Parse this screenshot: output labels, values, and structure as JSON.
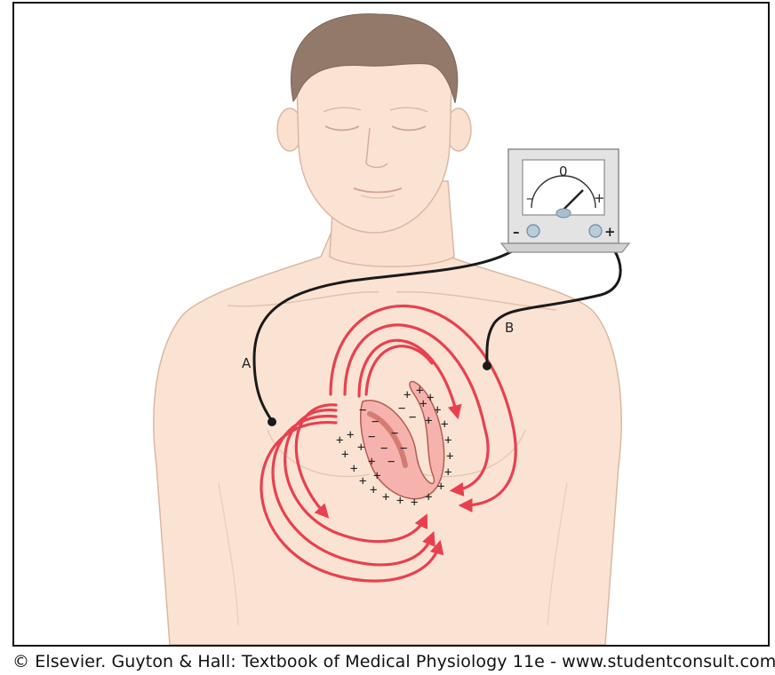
{
  "figure": {
    "meter": {
      "zero_label": "0",
      "minus_label": "–",
      "plus_label": "+",
      "terminal_minus": "–",
      "terminal_plus": "+"
    },
    "electrode_labels": {
      "a": "A",
      "b": "B"
    },
    "colors": {
      "skin": "#fbe3d3",
      "skin_outline": "#d9b8a3",
      "hair": "#93796a",
      "current_lines": "#e8404f",
      "heart": "#f6b3ad",
      "meter_body": "#e3e3e3",
      "wire": "#1a1a1a"
    },
    "icons": [
      "galvanometer-icon",
      "heart-icon",
      "electrode-icon"
    ]
  },
  "caption": {
    "copyright": "© Elsevier. Guyton & Hall: Textbook of Medical Physiology 11e - www.studentconsult.com"
  }
}
